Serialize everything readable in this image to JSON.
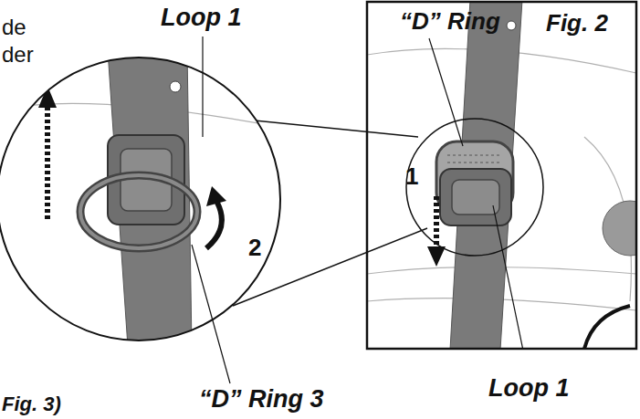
{
  "diagram": {
    "labels": [
      "de",
      "der",
      "Loop 1",
      "“D” Ring",
      "Fig. 2",
      "1",
      "2",
      "Loop 1",
      "“D” Ring 3",
      "Fig. 3)"
    ]
  }
}
